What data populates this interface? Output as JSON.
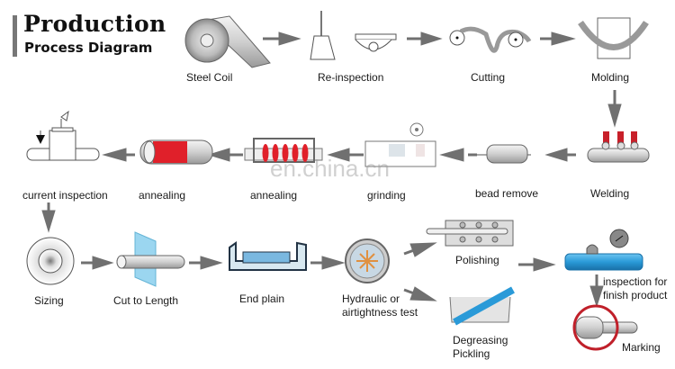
{
  "title": {
    "line1": "Production",
    "line2": "Process Diagram"
  },
  "steps": [
    {
      "id": "steel-coil",
      "label": "Steel Coil"
    },
    {
      "id": "re-inspection",
      "label": "Re-inspection"
    },
    {
      "id": "cutting",
      "label": "Cutting"
    },
    {
      "id": "molding",
      "label": "Molding"
    },
    {
      "id": "welding",
      "label": "Welding"
    },
    {
      "id": "bead-remove",
      "label": "bead remove"
    },
    {
      "id": "grinding",
      "label": "grinding"
    },
    {
      "id": "annealing-coil",
      "label": "annealing"
    },
    {
      "id": "annealing-tube",
      "label": "annealing"
    },
    {
      "id": "current-inspection",
      "label": "current inspection"
    },
    {
      "id": "sizing",
      "label": "Sizing"
    },
    {
      "id": "cut-to-length",
      "label": "Cut to Length"
    },
    {
      "id": "end-plain",
      "label": "End plain"
    },
    {
      "id": "hydraulic-test",
      "label_line1": "Hydraulic or",
      "label_line2": "airtightness test"
    },
    {
      "id": "polishing",
      "label": "Polishing"
    },
    {
      "id": "degreasing",
      "label_line1": "Degreasing",
      "label_line2": "Pickling"
    },
    {
      "id": "finish-inspection",
      "label_line1": "inspection for",
      "label_line2": "finish product"
    },
    {
      "id": "marking",
      "label": "Marking"
    }
  ],
  "watermark": "en.china.cn",
  "colors": {
    "arrow": "#707070",
    "heat_red": "#e0202a",
    "pipe_blue": "#2a9ad8",
    "marking_ring": "#c0202a"
  }
}
